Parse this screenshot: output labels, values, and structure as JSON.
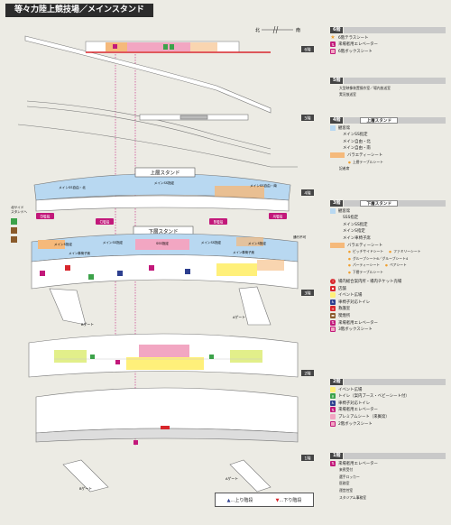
{
  "title": "等々力陸上競技場／メインスタンド",
  "compass": {
    "north": "北",
    "south": "南"
  },
  "colors": {
    "orange": "#f5b97b",
    "pink": "#f2a6c2",
    "blue": "#b8d8f1",
    "yellow": "#fff07a",
    "green": "#3ca24a",
    "red": "#d8262c",
    "magenta": "#c2187a",
    "brown": "#8a5a2a",
    "navy": "#2d3f8f"
  },
  "floor_badges": [
    "6階",
    "5階",
    "4階",
    "3階",
    "2階",
    "1階"
  ],
  "map": {
    "upper_stand": "上層スタンド",
    "lower_stand": "下層スタンド",
    "upper_sections": [
      "メインSS自由・北",
      "メインSS指定",
      "メインSS自由・南"
    ],
    "lower_sections": [
      "メインS指定",
      "メインSS指定",
      "SSS指定",
      "メインSS指定",
      "メインS指定"
    ],
    "lower_sections_small": [
      "メイン車椅子席",
      "メイン車椅子席"
    ],
    "stairs": [
      "D階段",
      "C階段",
      "B階段",
      "A階段"
    ],
    "north_side": "北サイド\nスタンドへ",
    "no_pass": "通行不可",
    "gates": [
      "Bゲート",
      "Aゲート",
      "Bゲート",
      "Aゲート"
    ]
  },
  "legend": {
    "floor6": {
      "floor": "6階",
      "items": [
        {
          "icon": "star-icon",
          "label": "6階テラスシート"
        },
        {
          "icon": "elevator-icon",
          "label": "来場者用エレベーター"
        },
        {
          "icon": "box-seat-icon",
          "label": "6階ボックスシート"
        }
      ]
    },
    "floor5": {
      "floor": "5階",
      "lines": [
        "大型映像装置操作室／場内放送室",
        "実況放送室"
      ]
    },
    "floor4": {
      "floor": "4階",
      "header": "上層スタンド",
      "guest": "観客席",
      "seats": [
        "メインSS指定",
        "メイン自由・北",
        "メイン自由・南"
      ],
      "variety": "バラエティーシート",
      "variety_sub": "上層テーブルシート",
      "extra": "記者席"
    },
    "floor3": {
      "floor": "3階",
      "header": "下層スタンド",
      "guest": "観客席",
      "seats": [
        "SSS指定",
        "メインSS指定",
        "メインS指定",
        "メイン車椅子席"
      ],
      "variety": "バラエティーシート",
      "variety_sub": [
        [
          "ピッチサイドシート",
          "ファミリーシート"
        ],
        [
          "グループシート6／グループシート4"
        ],
        [
          "パーティーシート",
          "ペアシート"
        ],
        [
          "下層テーブルシート"
        ]
      ],
      "items": [
        {
          "icon": "info-icon",
          "label": "場内総合案内所・場内チケット売場"
        },
        {
          "icon": "shop-icon",
          "label": "店舗"
        },
        {
          "icon": "event-icon",
          "label": "イベント広場"
        },
        {
          "icon": "wheelchair-toilet-icon",
          "label": "車椅子対応トイレ"
        },
        {
          "icon": "first-aid-icon",
          "label": "救護室"
        },
        {
          "icon": "smoking-icon",
          "label": "喫煙所"
        },
        {
          "icon": "elevator-icon",
          "label": "来場者用エレベーター"
        },
        {
          "icon": "box-seat-icon",
          "label": "3階ボックスシート"
        }
      ]
    },
    "floor2": {
      "floor": "2階",
      "items": [
        {
          "icon": "event-icon",
          "label": "イベント広場"
        },
        {
          "icon": "toilet-icon",
          "label": "トイレ（案内ブース・ベビーシート付）"
        },
        {
          "icon": "wheelchair-toilet-icon",
          "label": "車椅子対応トイレ"
        },
        {
          "icon": "elevator-icon",
          "label": "来場者用エレベーター"
        },
        {
          "icon": "premium-icon",
          "label": "プレミアムシート（来賓席）"
        },
        {
          "icon": "box-seat-icon",
          "label": "2階ボックスシート"
        }
      ]
    },
    "floor1": {
      "floor": "1階",
      "items": [
        {
          "icon": "elevator-icon",
          "label": "来場者用エレベーター"
        }
      ],
      "lines": [
        "来賓受付",
        "選手ロッカー",
        "医務室",
        "運営控室",
        "スタジアム事務室"
      ]
    }
  },
  "stairs_legend": {
    "up": "…上り階段",
    "down": "…下り階段"
  }
}
